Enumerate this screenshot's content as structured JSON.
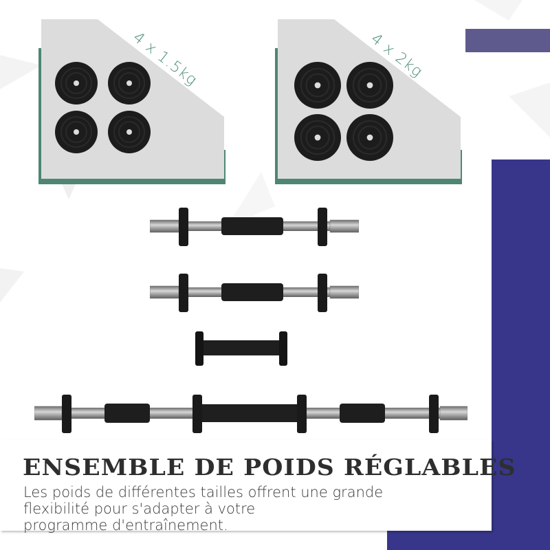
{
  "cards": [
    {
      "label": "4 x 1.5kg",
      "plate_count": 4
    },
    {
      "label": "4 x 2kg",
      "plate_count": 4
    }
  ],
  "components": [
    {
      "name": "dumbbell-bar-1"
    },
    {
      "name": "dumbbell-bar-2"
    },
    {
      "name": "connector-tube"
    },
    {
      "name": "combined-barbell"
    }
  ],
  "footer": {
    "title": "ENSEMBLE DE POIDS RÉGLABLES",
    "description_lines": [
      "Les poids de différentes tailles offrent une grande",
      "flexibilité pour s'adapter à votre",
      "programme d'entraînement."
    ]
  },
  "colors": {
    "accent_green": "#4f8f78",
    "card_grey": "#dcdcdc",
    "brand_purple": "#37368a",
    "bar_purple_light": "#5f5a8e",
    "text_dark": "#2e2e2e"
  }
}
